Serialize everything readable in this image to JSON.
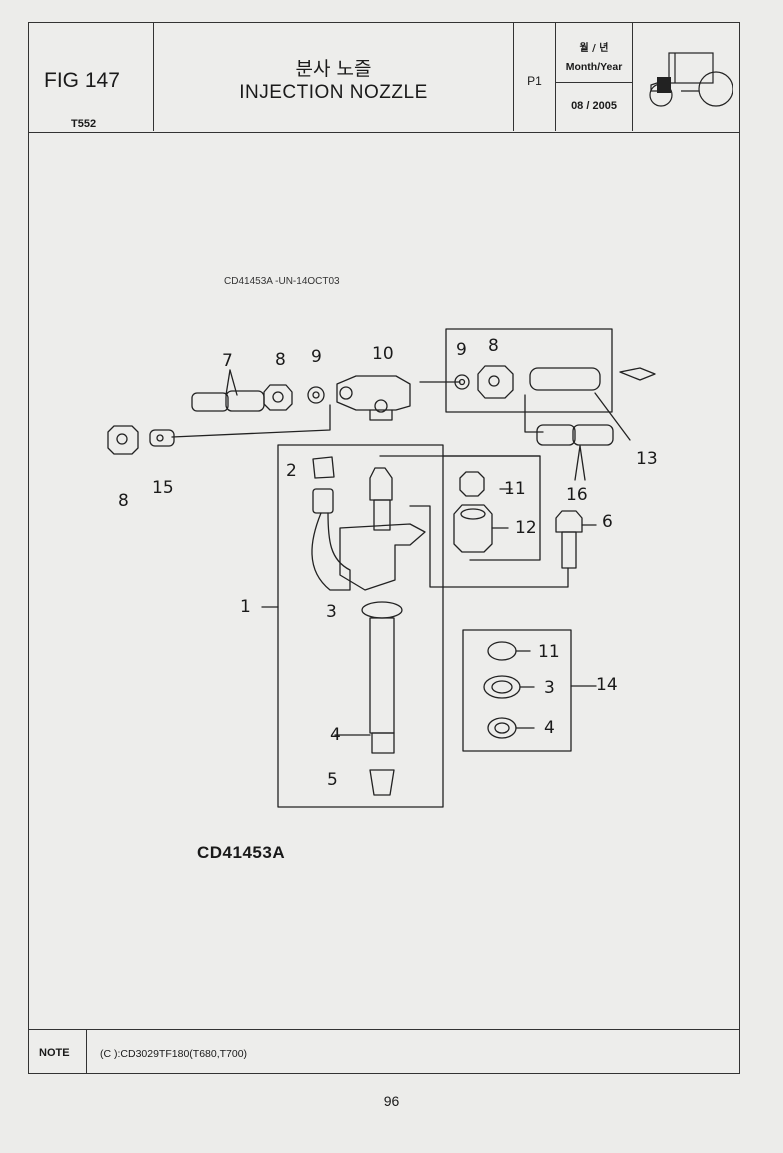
{
  "header": {
    "figure": "FIG 147",
    "model": "T552",
    "title_ko": "분사 노즐",
    "title_en": "INJECTION NOZZLE",
    "page_label": "P1",
    "date_label_ko": "월 / 년",
    "date_label_en": "Month/Year",
    "date_value": "08 / 2005",
    "illustration_icon": "tractor-icon"
  },
  "diagram": {
    "reference": "CD41453A        -UN-14OCT03",
    "callouts": [
      "1",
      "2",
      "3",
      "4",
      "5",
      "6",
      "7",
      "8",
      "9",
      "10",
      "11",
      "12",
      "13",
      "14",
      "15",
      "16"
    ],
    "kit_callouts": [
      "11",
      "3",
      "4"
    ],
    "left_callouts": [
      "8",
      "15"
    ],
    "part_number": "CD41453A"
  },
  "note": {
    "label": "NOTE",
    "text": "(C ):CD3029TF180(T680,T700)"
  },
  "footer": {
    "page_number": "96"
  },
  "colors": {
    "paper": "#ededeb",
    "ink": "#1a1a1a"
  }
}
